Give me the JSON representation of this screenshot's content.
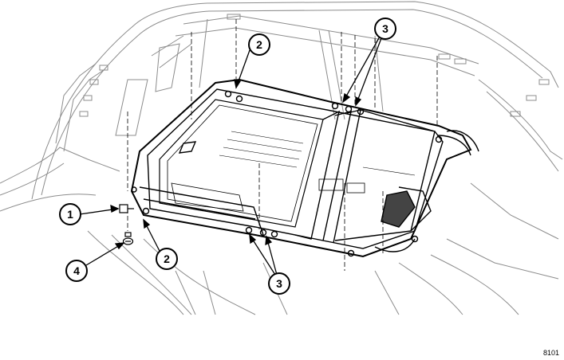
{
  "diagram": {
    "figure_number": "8101",
    "callouts": [
      {
        "id": "callout-1",
        "label": "1"
      },
      {
        "id": "callout-2-top",
        "label": "2"
      },
      {
        "id": "callout-2-bottom",
        "label": "2"
      },
      {
        "id": "callout-3-top",
        "label": "3"
      },
      {
        "id": "callout-3-bottom",
        "label": "3"
      },
      {
        "id": "callout-4",
        "label": "4"
      }
    ]
  },
  "colors": {
    "line": "#000000",
    "background": "#ffffff",
    "ghost": "#9a9a9a"
  }
}
